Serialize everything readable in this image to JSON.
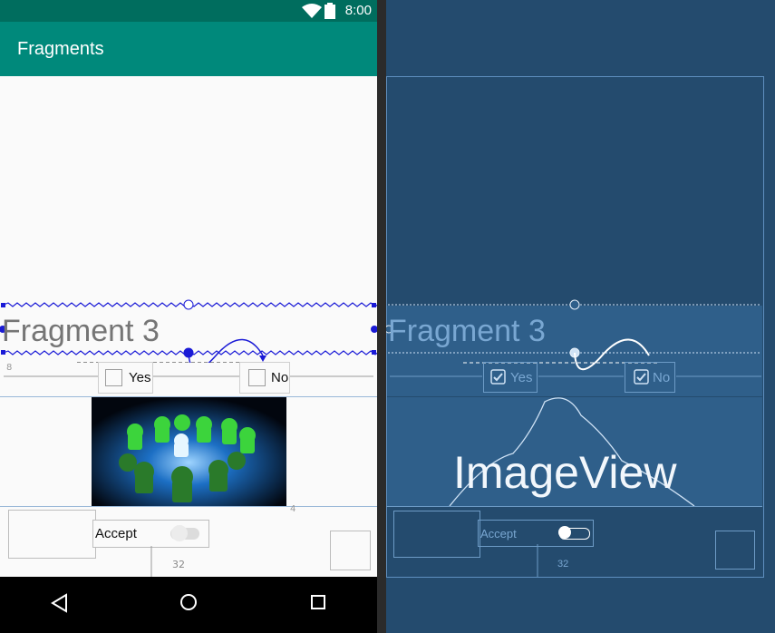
{
  "status_bar": {
    "time": "8:00"
  },
  "app_bar": {
    "title": "Fragments"
  },
  "fragment": {
    "title": "Fragment 3"
  },
  "checkboxes": {
    "yes_label": "Yes",
    "no_label": "No"
  },
  "accept": {
    "label": "Accept"
  },
  "constraints": {
    "margin_8": "8",
    "margin_32": "32",
    "margin_4": "4"
  },
  "blueprint": {
    "image_label": "ImageView",
    "fragment_title": "Fragment 3",
    "yes_label": "Yes",
    "no_label": "No",
    "accept_label": "Accept",
    "margin_32": "32"
  },
  "colors": {
    "status_bar": "#006d5e",
    "app_bar": "#00897b",
    "blueprint_bg": "#244b6e",
    "constraint_blue": "#1a1ad6"
  }
}
